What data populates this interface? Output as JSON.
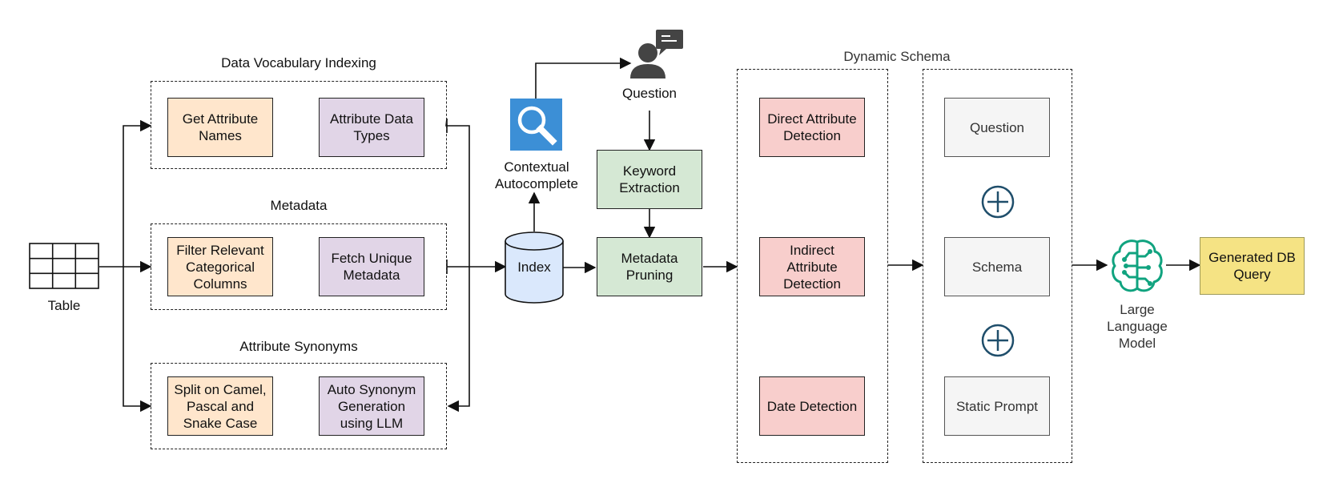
{
  "groups": {
    "data_vocabulary_indexing": "Data Vocabulary Indexing",
    "metadata": "Metadata",
    "attribute_synonyms": "Attribute Synonyms",
    "dynamic_schema": "Dynamic Schema"
  },
  "nodes": {
    "table": "Table",
    "get_attribute_names": "Get Attribute Names",
    "attribute_data_types": "Attribute Data Types",
    "filter_relevant_categorical_columns": "Filter Relevant Categorical Columns",
    "fetch_unique_metadata": "Fetch Unique Metadata",
    "split_on_case": "Split on Camel, Pascal and Snake Case",
    "auto_synonym_generation": "Auto Synonym Generation using LLM",
    "contextual_autocomplete": "Contextual Autocomplete",
    "index": "Index",
    "question_user": "Question",
    "keyword_extraction": "Keyword Extraction",
    "metadata_pruning": "Metadata Pruning",
    "direct_attribute_detection": "Direct Attribute Detection",
    "indirect_attribute_detection": "Indirect Attribute Detection",
    "date_detection": "Date Detection",
    "prompt_question": "Question",
    "prompt_schema": "Schema",
    "prompt_static": "Static Prompt",
    "llm": "Large Language Model",
    "generated_query": "Generated DB Query"
  },
  "icons": {
    "table": "table-grid-icon",
    "search": "magnifier-icon",
    "user": "user-chat-icon",
    "database": "database-cylinder-icon",
    "plus": "plus-circle-icon",
    "llm": "ai-brain-icon"
  },
  "colors": {
    "orange": "#ffe6cc",
    "purple": "#e1d5e7",
    "green": "#d5e8d4",
    "red": "#f8cecc",
    "grey": "#f5f5f5",
    "yellow": "#f5e384",
    "index_blue": "#dae8fc",
    "search_blue": "#3c8fd6",
    "llm_teal": "#10a37f",
    "plus_navy": "#1f4e6b"
  }
}
